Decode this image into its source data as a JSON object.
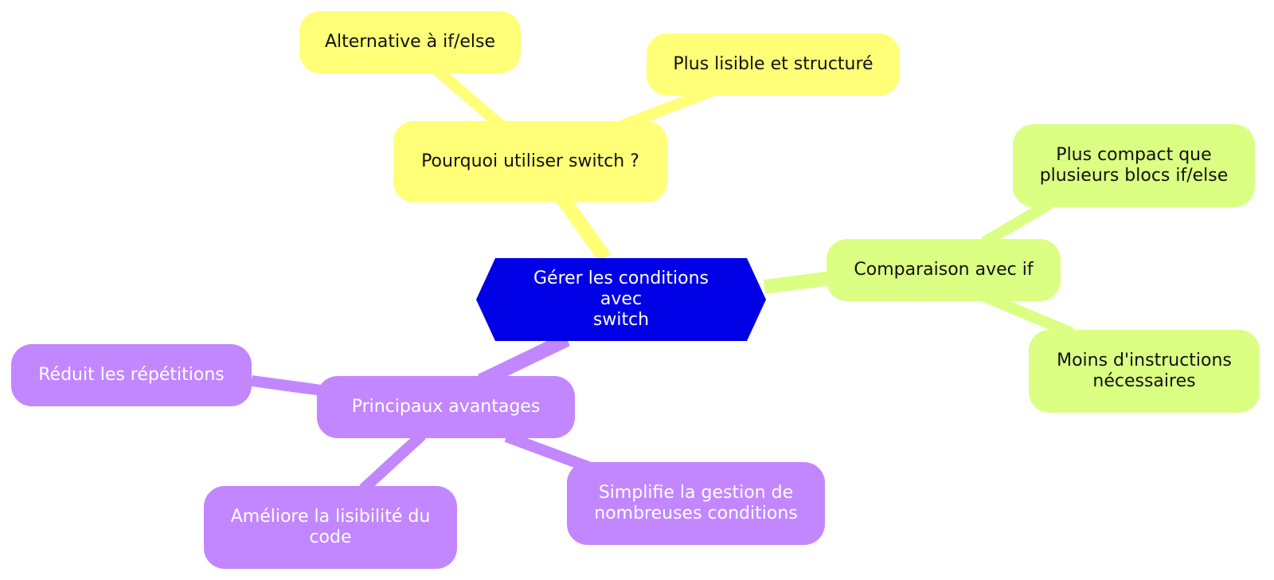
{
  "colors": {
    "root": "#0000e6",
    "yellow": "#ffff78",
    "green": "#daff83",
    "purple": "#c287ff"
  },
  "root": {
    "line1": "Gérer les conditions avec",
    "line2": "switch"
  },
  "branches": {
    "why": {
      "label": "Pourquoi utiliser switch ?",
      "children": [
        {
          "label": "Alternative à if/else"
        },
        {
          "label": "Plus lisible et structuré"
        }
      ]
    },
    "compare": {
      "label": "Comparaison avec if",
      "children": [
        {
          "line1": "Plus compact que",
          "line2": "plusieurs blocs if/else"
        },
        {
          "line1": "Moins d'instructions",
          "line2": "nécessaires"
        }
      ]
    },
    "advantages": {
      "label": "Principaux avantages",
      "children": [
        {
          "label": "Réduit les répétitions"
        },
        {
          "line1": "Améliore la lisibilité du",
          "line2": "code"
        },
        {
          "line1": "Simplifie la gestion de",
          "line2": "nombreuses conditions"
        }
      ]
    }
  }
}
